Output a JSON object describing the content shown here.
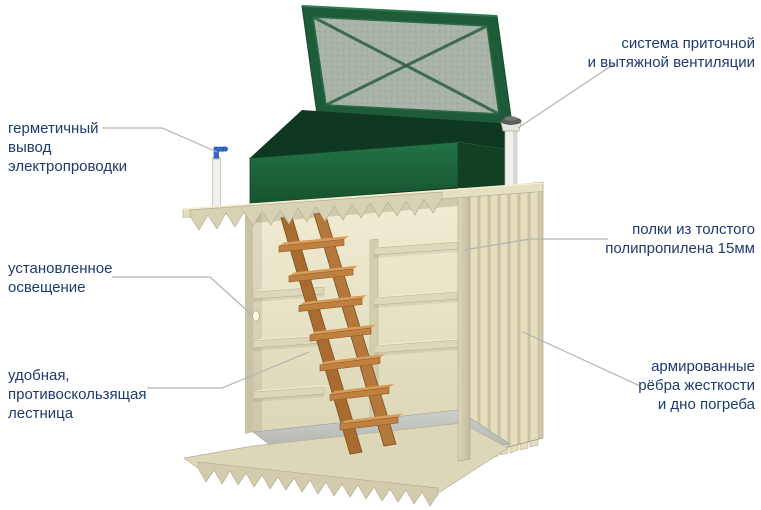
{
  "colors": {
    "label-ink": "#1e3a6d",
    "leader-line": "#b3b3b3",
    "lid-green": "#1d5c38",
    "body-cream": "#e3ddbf",
    "wood-brown": "#b5783c",
    "floor-gray": "#b4b7b2",
    "valve-blue": "#2f6cc5",
    "background": "#ffffff"
  },
  "labels": {
    "wiring": {
      "lines": [
        "герметичный",
        "вывод",
        "электропроводки"
      ]
    },
    "lighting": {
      "lines": [
        "установленное",
        "освещение"
      ]
    },
    "ladder": {
      "lines": [
        "удобная,",
        "противоскользящая",
        "лестница"
      ]
    },
    "ventilation": {
      "lines": [
        "система приточной",
        "и вытяжной вентиляции"
      ]
    },
    "shelves": {
      "lines": [
        "полки из толстого",
        "полипропилена 15мм"
      ]
    },
    "ribs": {
      "lines": [
        "армированные",
        "рёбра жесткости",
        "и дно погреба"
      ]
    }
  }
}
